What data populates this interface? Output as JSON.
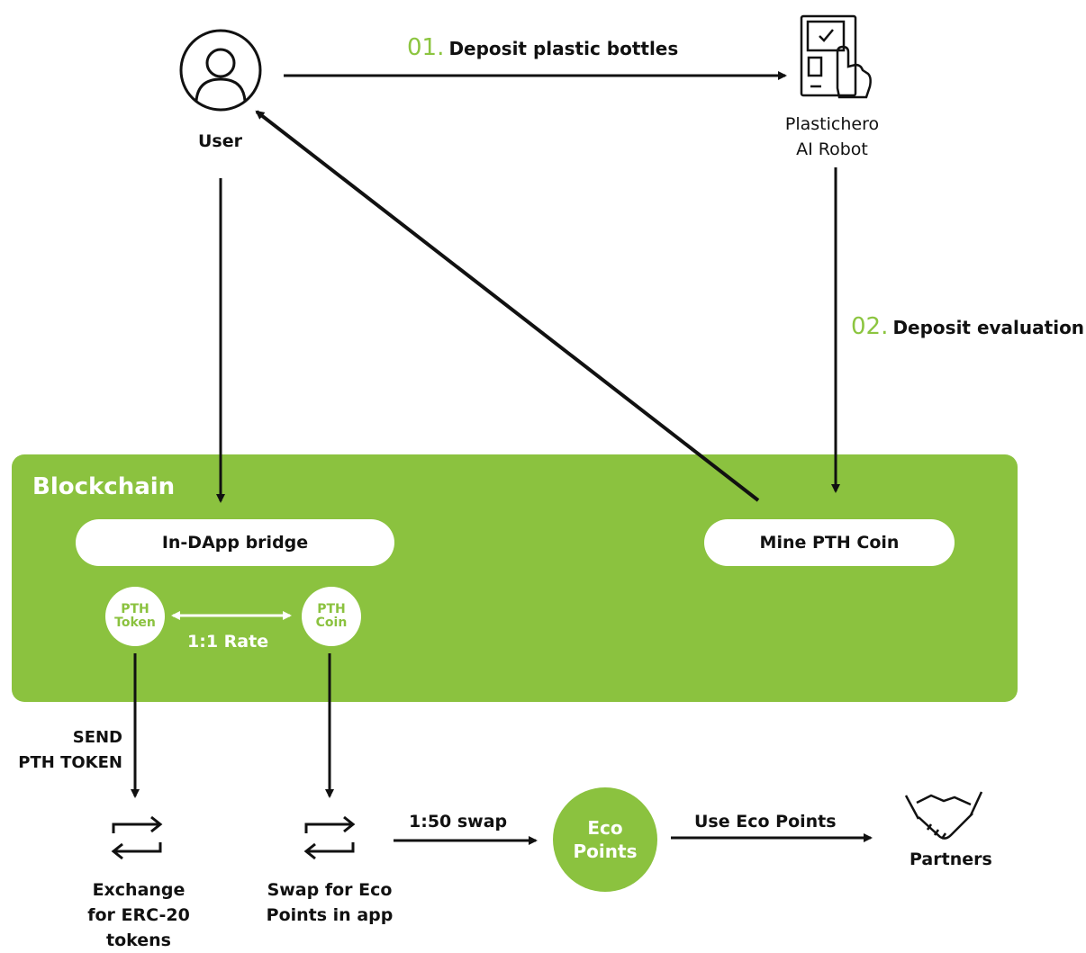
{
  "user": {
    "label": "User"
  },
  "robot": {
    "label_line1": "Plastichero",
    "label_line2": "AI Robot"
  },
  "step1": {
    "number": "01.",
    "text": "Deposit plastic bottles"
  },
  "step2": {
    "number": "02.",
    "text": "Deposit  evaluation"
  },
  "blockchain": {
    "title": "Blockchain",
    "bridge_label": "In-DApp bridge",
    "mine_label": "Mine PTH Coin",
    "token": {
      "line1": "PTH",
      "line2": "Token"
    },
    "coin": {
      "line1": "PTH",
      "line2": "Coin"
    },
    "rate_label": "1:1 Rate"
  },
  "send": {
    "line1": "SEND",
    "line2": "PTH TOKEN"
  },
  "exchange": {
    "line1": "Exchange",
    "line2": "for ERC-20",
    "line3": "tokens"
  },
  "swap": {
    "line1": "Swap for Eco",
    "line2": "Points in app"
  },
  "swap_rate": "1:50 swap",
  "eco": {
    "line1": "Eco",
    "line2": "Points"
  },
  "use_eco": "Use Eco Points",
  "partners": {
    "label": "Partners"
  },
  "colors": {
    "accent": "#8bc23f",
    "accent_text": "#8cc540",
    "ink": "#111111"
  },
  "icons": [
    "user-icon",
    "kiosk-touch-icon",
    "swap-arrows-icon",
    "handshake-icon"
  ]
}
